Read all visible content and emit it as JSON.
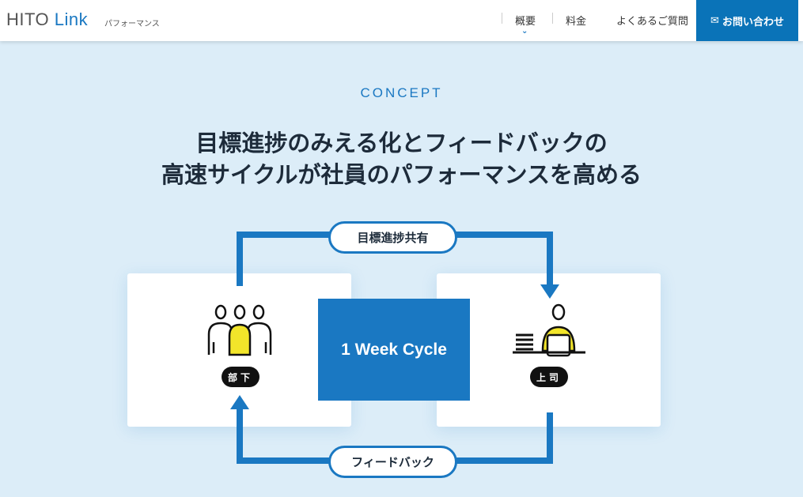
{
  "header": {
    "logo_main": "HITO",
    "logo_link": "Link",
    "logo_sub": "パフォーマンス",
    "nav": [
      "概要",
      "料金",
      "よくあるご質問"
    ],
    "contact_label": "お問い合わせ"
  },
  "hero": {
    "eyebrow": "CONCEPT",
    "title_line1": "目標進捗のみえる化とフィードバックの",
    "title_line2": "高速サイクルが社員のパフォーマンスを高める"
  },
  "diagram": {
    "center_label": "1 Week Cycle",
    "top_label": "目標進捗共有",
    "bottom_label": "フィードバック",
    "left_badge": "部下",
    "right_badge": "上司"
  },
  "colors": {
    "accent": "#1a78c2",
    "yellow": "#f2e52a"
  }
}
